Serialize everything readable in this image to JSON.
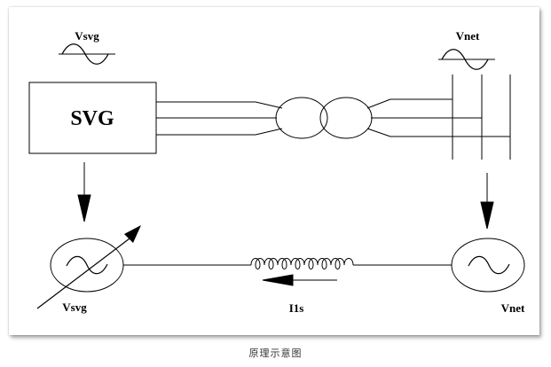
{
  "diagram": {
    "svg_block_label": "SVG",
    "vsvg_top_label": "Vsvg",
    "vnet_top_label": "Vnet",
    "vsvg_bottom_label": "Vsvg",
    "vnet_bottom_label": "Vnet",
    "current_label": "I1s"
  },
  "caption": "原理示意图",
  "colors": {
    "stroke": "#000000",
    "background": "#ffffff",
    "caption": "#333333"
  }
}
